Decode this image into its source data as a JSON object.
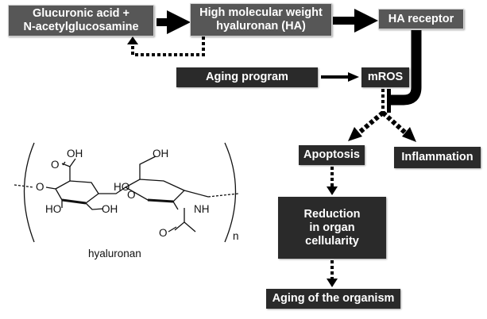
{
  "nodes": {
    "precursors": [
      "Glucuronic acid +",
      "N-acetylglucosamine"
    ],
    "hmw_ha": [
      "High molecular weight",
      "hyaluronan (HA)"
    ],
    "ha_receptor": "HA receptor",
    "aging_program": "Aging program",
    "mros": "mROS",
    "apoptosis": "Apoptosis",
    "inflammation": "Inflammation",
    "reduction": [
      "Reduction",
      "in organ",
      "cellularity"
    ],
    "aging_organism": "Aging of the organism"
  },
  "structure": {
    "caption": "hyaluronan",
    "repeat_subscript": "n",
    "atoms": {
      "oh_carboxyl": "OH",
      "o_carbonyl": "O",
      "o_left": "O",
      "ho_left": "HO",
      "oh_bottom": "OH",
      "ho_mid": "HO",
      "o_link": "O",
      "oh_top": "OH",
      "nh": "NH",
      "o_acetyl": "O"
    }
  },
  "colors": {
    "gray_box": "#575757",
    "dark_box": "#2a2a2a",
    "arrow": "#000000",
    "box_border": "#d2d2d2"
  }
}
